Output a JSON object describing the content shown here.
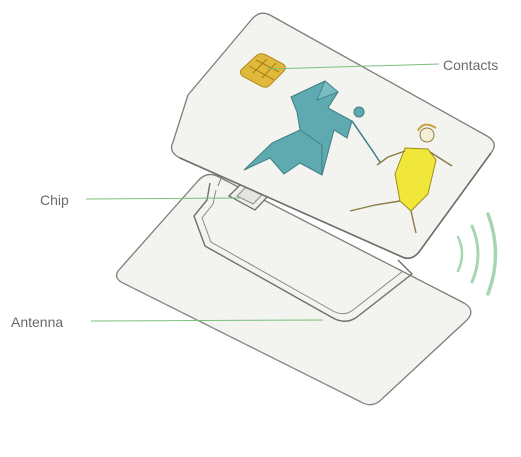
{
  "labels": {
    "contacts": "Contacts",
    "chip": "Chip",
    "antenna": "Antenna"
  },
  "colors": {
    "card_fill": "#f3f3f0",
    "card_edge": "#7d7d7a",
    "leader_line": "#7bbf7b",
    "contact_gold": "#e0b93a",
    "figure_teal": "#5fa9b0",
    "figure_yellow": "#f1e63a",
    "signal_waves": "#a6d6b0"
  }
}
